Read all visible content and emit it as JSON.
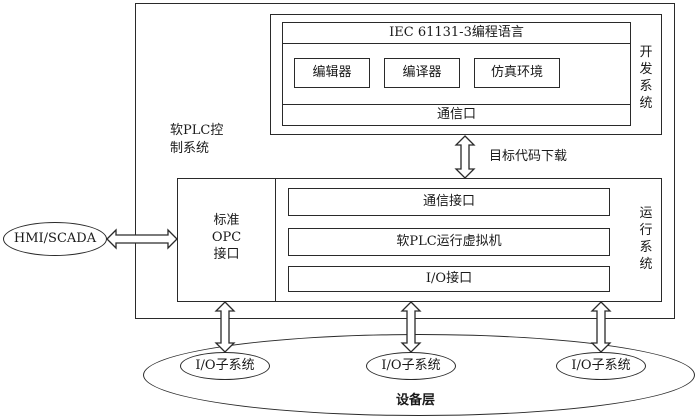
{
  "soft_plc": {
    "label_line1": "软PLC控",
    "label_line2": "制系统"
  },
  "dev_system": {
    "side_label": "开发系统",
    "language": "IEC 61131-3编程语言",
    "tools": [
      "编辑器",
      "编译器",
      "仿真环境"
    ],
    "comm_port": "通信口"
  },
  "download_label": "目标代码下载",
  "run_system": {
    "side_label": "运行系统",
    "opc": {
      "line1": "标准",
      "line2": "OPC",
      "line3": "接口"
    },
    "layers": [
      "通信接口",
      "软PLC运行虚拟机",
      "I/O接口"
    ]
  },
  "hmi": "HMI/SCADA",
  "device_layer": {
    "label": "设备层",
    "subsystems": [
      "I/O子系统",
      "I/O子系统",
      "I/O子系统"
    ]
  }
}
